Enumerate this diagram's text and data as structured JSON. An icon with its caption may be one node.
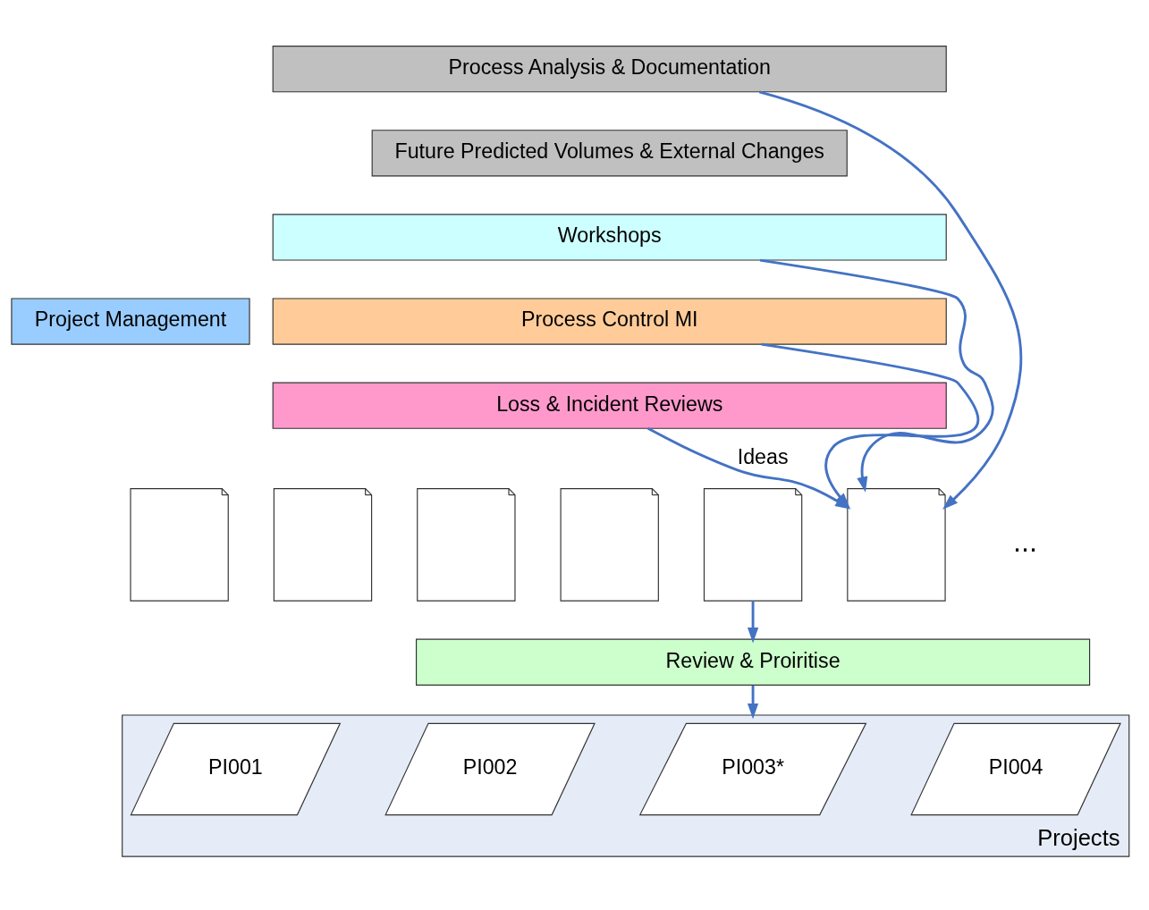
{
  "diagram": {
    "nodes": [
      {
        "text": [
          "Project Management"
        ]
      },
      {
        "text": [
          "Process Analysis & Documentation"
        ]
      },
      {
        "text": [
          "Future Predicted Volumes & External Changes"
        ]
      },
      {
        "text": [
          "Workshops"
        ]
      },
      {
        "text": [
          "Process Control MI"
        ]
      },
      {
        "text": [
          "Loss & Incident Reviews"
        ]
      },
      {
        "text": [],
        "shape": "picture"
      },
      {
        "text": [],
        "shape": "picture"
      },
      {
        "text": [],
        "shape": "picture"
      },
      {
        "text": [],
        "shape": "picture"
      },
      {
        "text": [],
        "shape": "picture"
      },
      {
        "text": [],
        "shape": "picture"
      },
      {
        "text": [
          "Review & Proiritise"
        ]
      },
      {
        "text": [
          "Projects"
        ]
      },
      {
        "text": [
          "PI001"
        ],
        "in": 13
      },
      {
        "text": [
          "PI002"
        ],
        "in": 13
      },
      {
        "text": [
          "PI003*"
        ],
        "in": 13
      },
      {
        "text": [
          "PI004"
        ],
        "in": 13
      }
    ],
    "edges": [
      {
        "from": 1,
        "to": 11,
        "arrow": "to"
      },
      {
        "from": 3,
        "to": 11,
        "arrow": "to"
      },
      {
        "from": 4,
        "to": 11,
        "arrow": "to"
      },
      {
        "from": 5,
        "to": 11,
        "arrow": "to",
        "label": "Ideas"
      },
      {
        "from": 10,
        "to": 12,
        "arrow": "to"
      },
      {
        "from": 12,
        "to": 13,
        "arrow": "to"
      }
    ],
    "labels": [
      "..."
    ]
  }
}
